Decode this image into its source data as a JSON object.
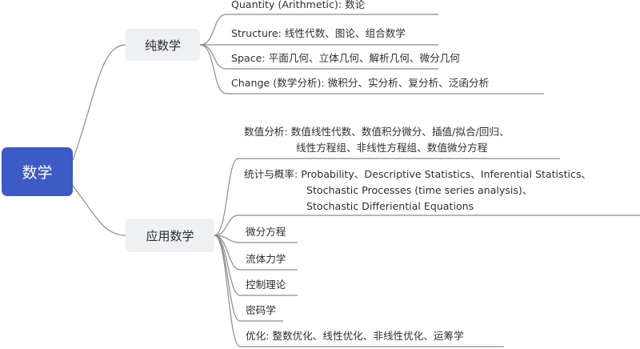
{
  "root": {
    "label": "数学"
  },
  "pure": {
    "label": "纯数学",
    "items": [
      "Quantity (Arithmetic): 数论",
      "Structure: 线性代数、图论、组合数学",
      "Space: 平面几何、立体几何、解析几何、微分几何",
      "Change (数学分析): 微积分、实分析、复分析、泛函分析"
    ]
  },
  "applied": {
    "label": "应用数学",
    "numerical": {
      "prefix": "数值分析: ",
      "line1": "数值线性代数、数值积分微分、插值/拟合/回归、",
      "line2": "线性方程组、非线性方程组、数值微分方程"
    },
    "stats": {
      "prefix": "统计与概率: ",
      "line1": "Probability、Descriptive Statistics、Inferential Statistics、",
      "line2": "Stochastic Processes (time series analysis)、",
      "line3": "Stochastic Differiential Equations"
    },
    "simple_items": [
      "微分方程",
      "流体力学",
      "控制理论",
      "密码学"
    ],
    "optimization": "优化: 整数优化、线性优化、非线性优化、运筹学"
  },
  "colors": {
    "root_fill": "#3d5bc4",
    "branch_fill": "#eef0f3",
    "line": "#8c8c8c"
  }
}
